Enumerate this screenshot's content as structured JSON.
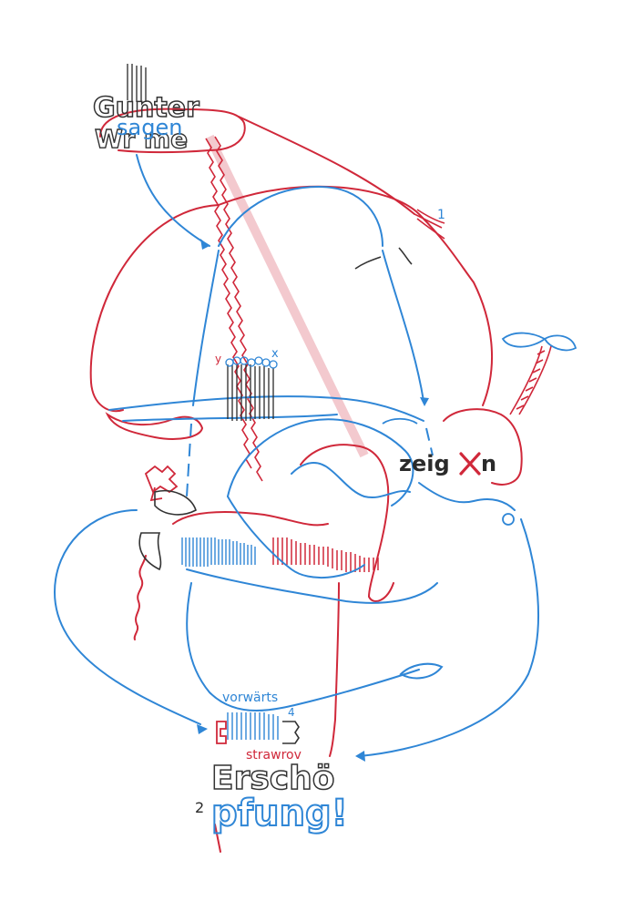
{
  "colors": {
    "red": "#d0283a",
    "blue": "#2f86d6",
    "black": "#2a2a2a",
    "paper": "#ffffff"
  },
  "words": {
    "gunter": "Gunter",
    "sagen": "sagen",
    "wrme": "Wr me",
    "zeig": "zeig",
    "x_mark": "x",
    "n": "n",
    "num_1": "1",
    "num_4": "4",
    "num_2": "2",
    "vorwarts": "vorwärts",
    "strawrov": "strawrov",
    "erscho": "Erschö",
    "pfung": "pfung!",
    "y_label": "y",
    "x_label": "x"
  }
}
